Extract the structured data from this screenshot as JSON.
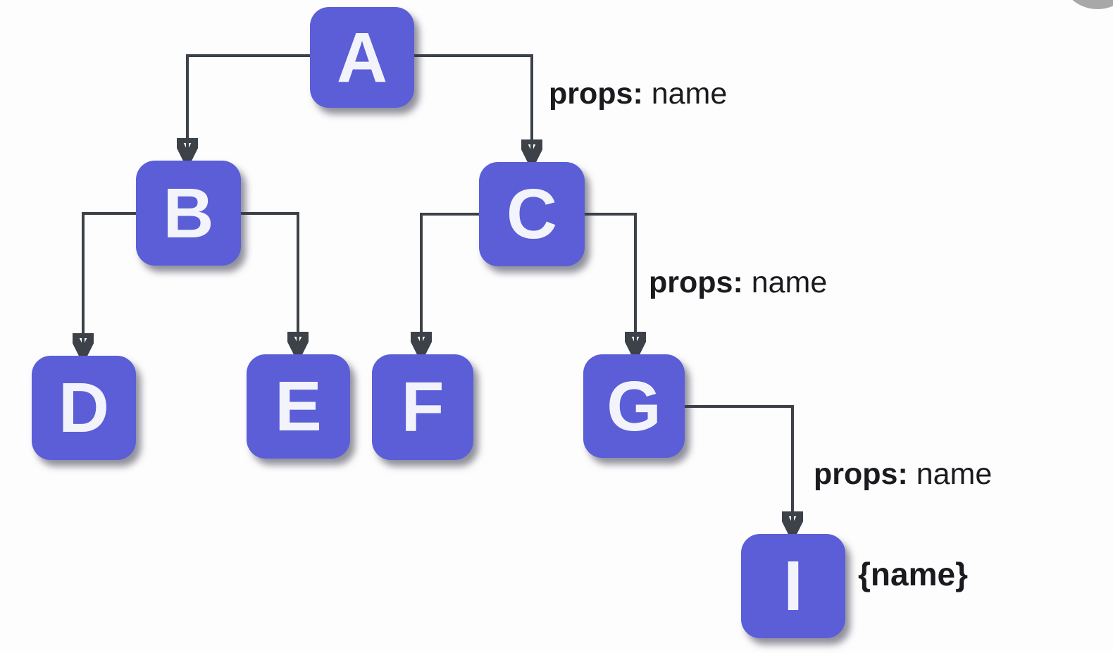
{
  "diagram": {
    "description": "Component tree showing props drilling from A through C and G down to I",
    "nodes": [
      {
        "id": "A",
        "label": "A"
      },
      {
        "id": "B",
        "label": "B"
      },
      {
        "id": "C",
        "label": "C"
      },
      {
        "id": "D",
        "label": "D"
      },
      {
        "id": "E",
        "label": "E"
      },
      {
        "id": "F",
        "label": "F"
      },
      {
        "id": "G",
        "label": "G"
      },
      {
        "id": "I",
        "label": "I"
      }
    ],
    "edges": [
      {
        "from": "A",
        "to": "B"
      },
      {
        "from": "A",
        "to": "C",
        "label": "props: name"
      },
      {
        "from": "B",
        "to": "D"
      },
      {
        "from": "B",
        "to": "E"
      },
      {
        "from": "C",
        "to": "F"
      },
      {
        "from": "C",
        "to": "G",
        "label": "props: name"
      },
      {
        "from": "G",
        "to": "I",
        "label": "props: name"
      }
    ],
    "edge_labels": [
      {
        "id": "a-c",
        "bold": "props:",
        "rest": " name"
      },
      {
        "id": "c-g",
        "bold": "props:",
        "rest": " name"
      },
      {
        "id": "g-i",
        "bold": "props:",
        "rest": " name"
      }
    ],
    "annotations": [
      {
        "id": "i-value",
        "text": "{name}"
      }
    ],
    "colors": {
      "node_fill": "#5b5ed7",
      "node_text": "#f3f4fb",
      "edge_stroke": "#3d4249",
      "label_text": "#1a1b1e",
      "background": "#fdfdfd",
      "corner_circle": "#a8a8a8"
    }
  }
}
